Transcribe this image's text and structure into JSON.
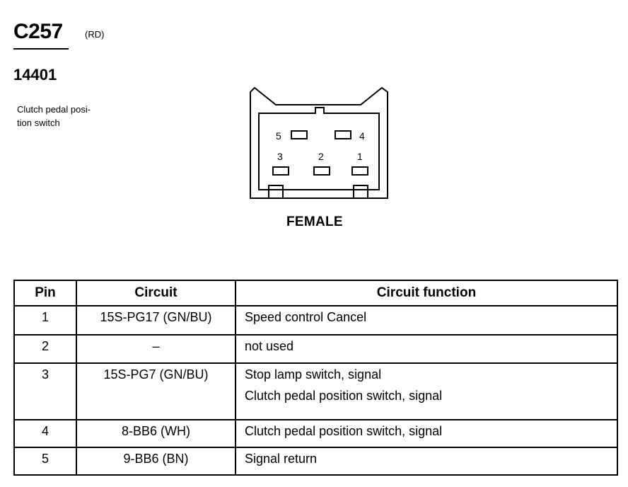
{
  "header": {
    "connector_code": "C257",
    "color_code": "(RD)",
    "part_number": "14401",
    "description_lines": [
      "Clutch pedal posi-",
      "tion switch"
    ]
  },
  "connector": {
    "pins": [
      {
        "label": "5"
      },
      {
        "label": "4"
      },
      {
        "label": "3"
      },
      {
        "label": "2"
      },
      {
        "label": "1"
      }
    ],
    "gender": "FEMALE"
  },
  "table": {
    "headers": [
      "Pin",
      "Circuit",
      "Circuit function"
    ],
    "rows": [
      {
        "pin": "1",
        "circuit": "15S-PG17 (GN/BU)",
        "functions": [
          "Speed control Cancel"
        ]
      },
      {
        "pin": "2",
        "circuit": "–",
        "functions": [
          "not used"
        ]
      },
      {
        "pin": "3",
        "circuit": "15S-PG7 (GN/BU)",
        "functions": [
          "Stop lamp switch, signal",
          "Clutch pedal position switch, signal"
        ]
      },
      {
        "pin": "4",
        "circuit": "8-BB6 (WH)",
        "functions": [
          "Clutch pedal position switch, signal"
        ]
      },
      {
        "pin": "5",
        "circuit": "9-BB6 (BN)",
        "functions": [
          "Signal return"
        ]
      }
    ]
  }
}
